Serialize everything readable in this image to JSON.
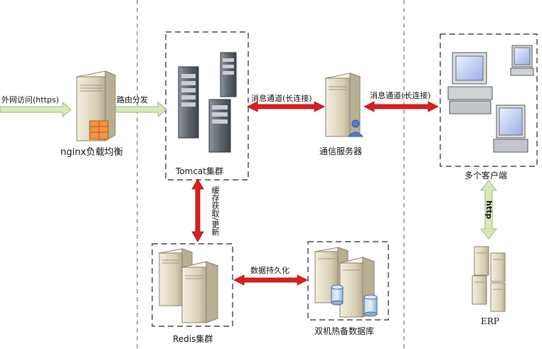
{
  "nodes": {
    "nginx": "nginx负载均衡",
    "tomcat": "Tomcat集群",
    "comm": "通信服务器",
    "clients": "多个客户端",
    "redis": "Redis集群",
    "db": "双机热备数据库",
    "erp": "ERP"
  },
  "edges": {
    "external": "外网访问(https)",
    "routing": "路由分发",
    "msg_left": "消息通道(长连接)",
    "msg_right": "消息通道(长连接)",
    "cache": "缓存获取/更新",
    "persist": "数据持久化",
    "http": "http"
  }
}
